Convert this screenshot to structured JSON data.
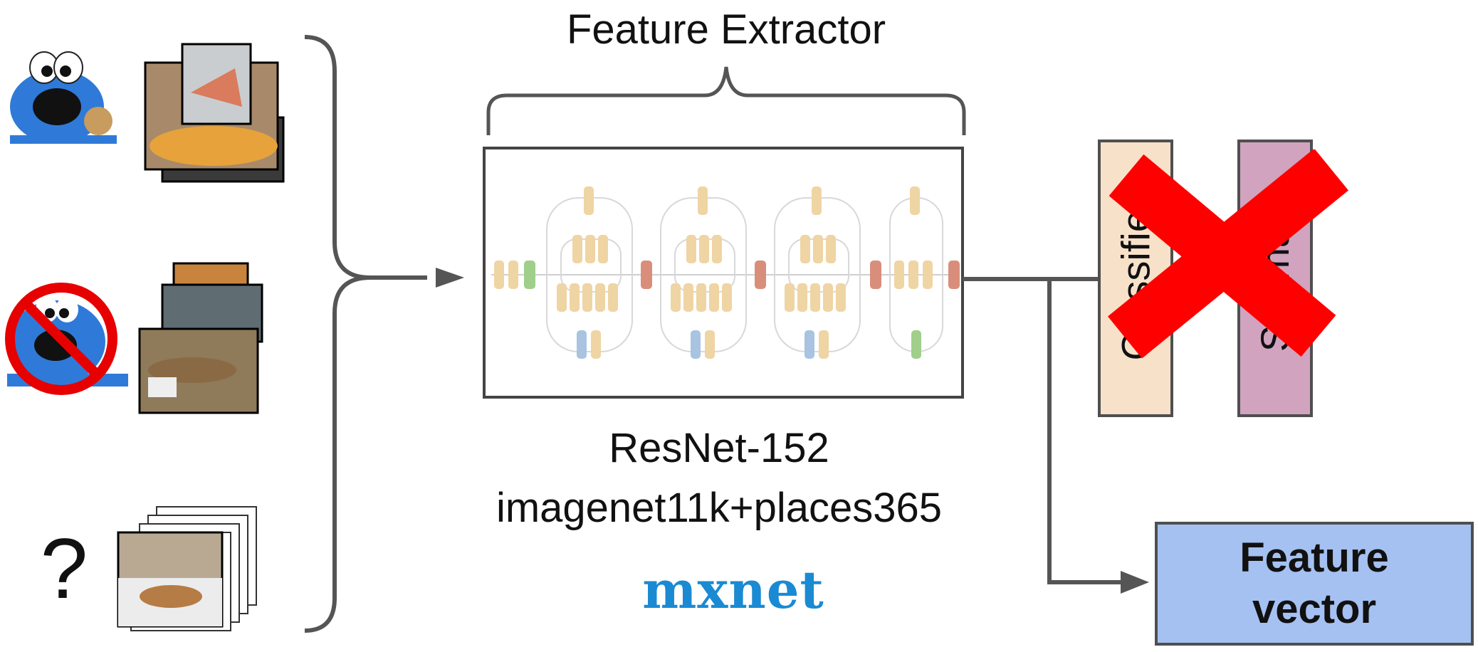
{
  "title": "Feature Extractor",
  "model": {
    "name": "ResNet-152",
    "dataset": "imagenet11k+places365",
    "framework_logo": "mxnet"
  },
  "inputs": {
    "unknown_symbol": "?"
  },
  "layers": {
    "classifier_label": "Classifier",
    "softmax_label": "Softmax"
  },
  "output": {
    "line1": "Feature",
    "line2": "vector"
  },
  "colors": {
    "classifier_fill": "#f8e1c9",
    "softmax_fill": "#d1a3bf",
    "feature_box_fill": "#a5c1f2",
    "cross": "#ff0000",
    "mxnet_blue": "#1a8ad3",
    "block_tan": "#efd4a4",
    "block_red": "#d98e7c",
    "block_blue": "#a8c4e0",
    "block_green": "#9fcf8a"
  }
}
